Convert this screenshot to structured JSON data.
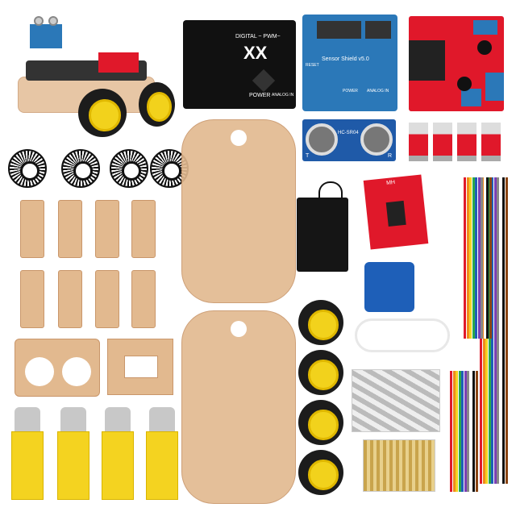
{
  "arduino": {
    "digital_label": "DIGITAL ~ PWM~",
    "power_label": "POWER",
    "analog_label": "ANALOG IN",
    "logo": "XX"
  },
  "sensor_shield": {
    "title": "Sensor Shield v5.0",
    "reset_label": "RESET",
    "power_label": "POWER",
    "analog_label": "ANALOG IN"
  },
  "ultrasonic": {
    "model": "HC-SR04",
    "left_mark": "T",
    "right_mark": "R"
  },
  "motor_driver": {
    "brand": "MH"
  },
  "colors": {
    "acrylic": "#e2b98f",
    "wheel_yellow": "#f2d21c",
    "pcb_blue": "#2b78b8",
    "pcb_red": "#e0182a",
    "pcb_black": "#111111"
  }
}
